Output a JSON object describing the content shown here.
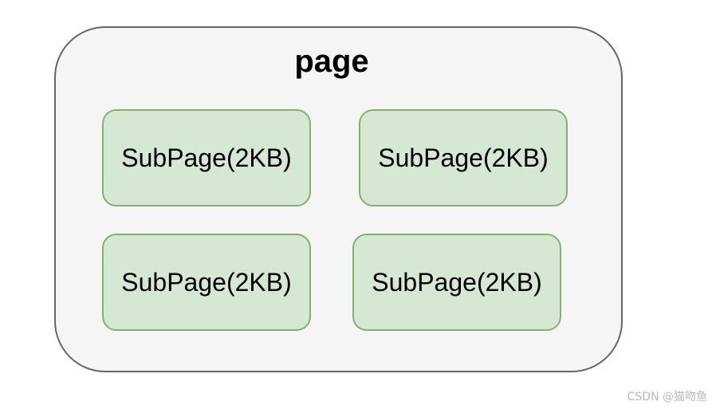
{
  "page": {
    "title": "page",
    "subpages": [
      {
        "label": "SubPage(2KB)"
      },
      {
        "label": "SubPage(2KB)"
      },
      {
        "label": "SubPage(2KB)"
      },
      {
        "label": "SubPage(2KB)"
      }
    ]
  },
  "watermark": "CSDN @猫吻鱼",
  "colors": {
    "page_fill": "#f5f5f5",
    "page_border": "#666666",
    "subpage_fill": "#d5e8d4",
    "subpage_border": "#82b366"
  }
}
